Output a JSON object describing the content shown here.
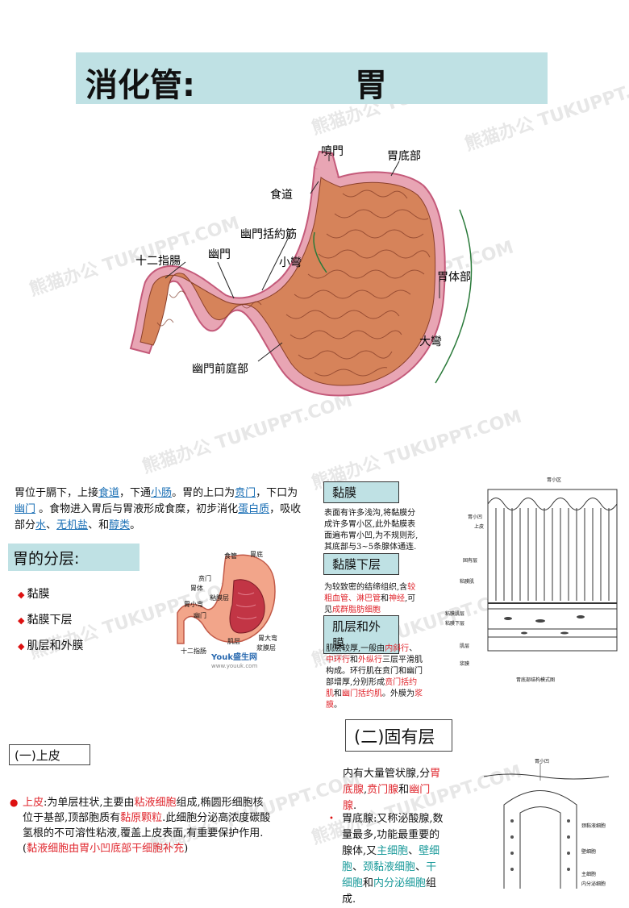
{
  "title": {
    "main": "消化管:",
    "sub": "胃"
  },
  "stomach_diagram": {
    "labels": {
      "cardia": "噴門",
      "fundus": "胃底部",
      "esophagus": "食道",
      "pyloric_sphincter": "幽門括約筋",
      "lesser_curve": "小彎",
      "duodenum": "十二指腸",
      "pylorus": "幽門",
      "body": "胃体部",
      "greater_curve": "大彎",
      "antrum": "幽門前庭部"
    }
  },
  "intro": {
    "t1": "胃位于膈下，上接",
    "l1": "食道",
    "t2": "，下通",
    "l2": "小肠",
    "t3": "。胃的上口为",
    "l3": "贲门",
    "t4": "，下口为",
    "l4": "幽门",
    "t5": " 。食物进入胃后与胃液形成食糜，初步消化",
    "l5": "蛋白质",
    "t6": "，吸收部分",
    "l6": "水",
    "t7": "、",
    "l7": "无机盐",
    "t8": "、和",
    "l8": "醇类",
    "t9": "。"
  },
  "layers": {
    "heading": "胃的分层:",
    "items": [
      "黏膜",
      "黏膜下层",
      "肌层和外膜"
    ]
  },
  "small_diagram": {
    "labels": {
      "esophagus": "食管",
      "fundus": "胃底",
      "cardia": "贲门",
      "body": "胃体",
      "mucosa": "粘膜层",
      "lesser_curve": "胃小弯",
      "pylorus": "幽门",
      "greater_curve": "胃大弯",
      "serosa": "浆膜层",
      "muscle": "肌层",
      "duodenum": "十二指肠",
      "brand": "Youk盛生网",
      "brand_url": "www.youuk.com"
    }
  },
  "mucosa_box": {
    "label": "黏膜",
    "text": "表面有许多浅沟,将黏膜分成许多胃小区,此外黏膜表面遍布胃小凹,为不规则形,其底部与3~5条腺体通连."
  },
  "submucosa_box": {
    "label": "黏膜下层",
    "t1": "为较致密的结缔组织,含",
    "r1": "较粗血管、淋巴管",
    "t2": "和",
    "r2": "神经",
    "t3": ",可见",
    "r3": "成群脂肪细胞"
  },
  "muscle_box": {
    "label": "肌层和外膜",
    "t1": "肌层较厚,一般由",
    "r1": "内斜行",
    "t2": "、",
    "r2": "中环行",
    "t3": "和",
    "r3": "外纵行",
    "t4": "三层平滑肌构成。环行肌在贲门和幽门部增厚,分别形成",
    "r4": "贲门括约肌",
    "t5": "和",
    "r5": "幽门括约肌",
    "t6": "。外膜为",
    "r6": "浆膜",
    "t7": "。"
  },
  "histo_diagram": {
    "labels": {
      "top": "胃小区",
      "pit": "胃小凹",
      "epithelium": "上皮",
      "lamina": "固有层",
      "muscularis_mucosae": "粘膜肌",
      "mucosa": "粘膜肌层",
      "submucosa": "粘膜下层",
      "muscle": "肌层",
      "serosa": "浆膜",
      "caption": "胃底部结构模式图"
    }
  },
  "epithelium": {
    "heading": "(一)上皮",
    "r1": "上皮",
    "t1": ":为单层柱状,主要由",
    "r2": "粘液细胞",
    "t2": "组成,椭圆形细胞核位于基部,顶部胞质有",
    "r3": "黏原颗粒",
    "t3": ".此细胞分泌高浓度碳酸氢根的不可溶性粘液,覆盖上皮表面,有重要保护作用.(",
    "r4": "黏液细胞由胃小凹底部干细胞补充",
    "t4": ")"
  },
  "lamina": {
    "heading": "(二)固有层",
    "t1": "内有大量管状腺,分",
    "r1": "胃底腺",
    "t2": ",",
    "r2": "贲门腺",
    "t3": "和",
    "r3": "幽门腺",
    "t4": ".",
    "g_t1": "胃底腺:又称泌酸腺,数量最多,功能最重要的腺体,又",
    "g1": "主细胞",
    "g_t2": "、",
    "g2": "壁细胞",
    "g_t3": "、",
    "g3": "颈黏液细胞",
    "g_t4": "、",
    "g4": "干细胞",
    "g_t5": "和",
    "g5": "内分泌细胞",
    "g_t6": "组成."
  },
  "gland_diagram": {
    "labels": {
      "pit": "胃小凹",
      "neck": "颈黏液细胞",
      "parietal": "壁细胞",
      "chief": "主细胞",
      "endocrine": "内分泌细胞"
    }
  },
  "watermark": "熊猫办公 TUKUPPT.COM"
}
